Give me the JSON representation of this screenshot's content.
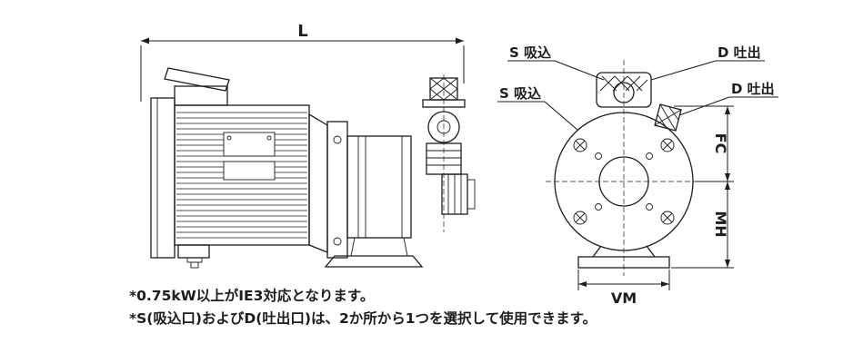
{
  "drawing": {
    "dimension_labels": {
      "overall_length": "L",
      "suction_to_center": "FC",
      "center_to_base": "MH",
      "base_width": "VM"
    },
    "port_labels": {
      "suction_top": "S 吸込",
      "suction_side": "S 吸込",
      "discharge_top": "D 吐出",
      "discharge_side": "D 吐出"
    },
    "notes": [
      "*0.75kW以上がIE3対応となります。",
      "*S(吸込口)およびD(吐出口)は、2か所から1つを選択して使用できます。"
    ],
    "colors": {
      "line": "#1d1d1d",
      "background": "#ffffff"
    }
  }
}
